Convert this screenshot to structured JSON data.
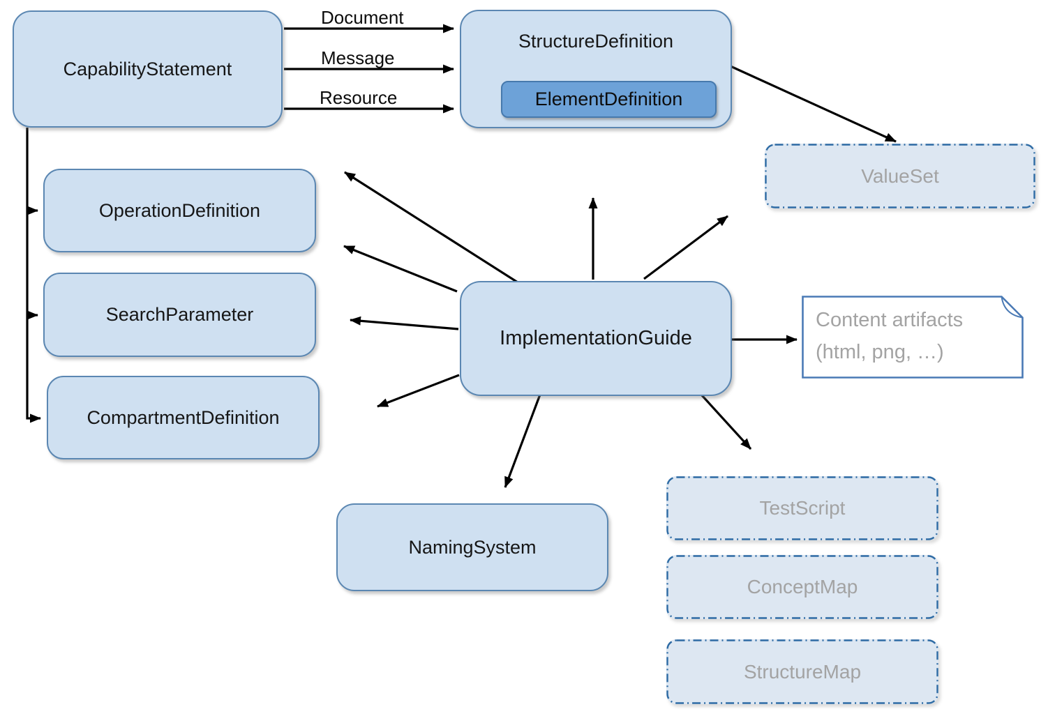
{
  "diagram": {
    "boxes": {
      "capability_statement": "CapabilityStatement",
      "structure_definition": "StructureDefinition",
      "element_definition": "ElementDefinition",
      "value_set": "ValueSet",
      "operation_definition": "OperationDefinition",
      "search_parameter": "SearchParameter",
      "compartment_definition": "CompartmentDefinition",
      "implementation_guide": "ImplementationGuide",
      "naming_system": "NamingSystem",
      "test_script": "TestScript",
      "concept_map": "ConceptMap",
      "structure_map": "StructureMap"
    },
    "content_artifacts": {
      "line1": "Content artifacts",
      "line2": "(html, png, …)"
    },
    "arrow_labels": {
      "document": "Document",
      "message": "Message",
      "resource": "Resource"
    },
    "colors": {
      "background": "#ffffff",
      "box_fill": "#cfe0f1",
      "box_border": "#5b87b2",
      "element_fill": "#6da2d8",
      "element_border": "#4679ad",
      "dashed_fill": "#dde7f2",
      "dashed_border": "#2e6ba4",
      "note_border": "#4a7ab5",
      "muted_text": "#a3a3a3",
      "text": "#161616",
      "arrow": "#000000"
    }
  }
}
